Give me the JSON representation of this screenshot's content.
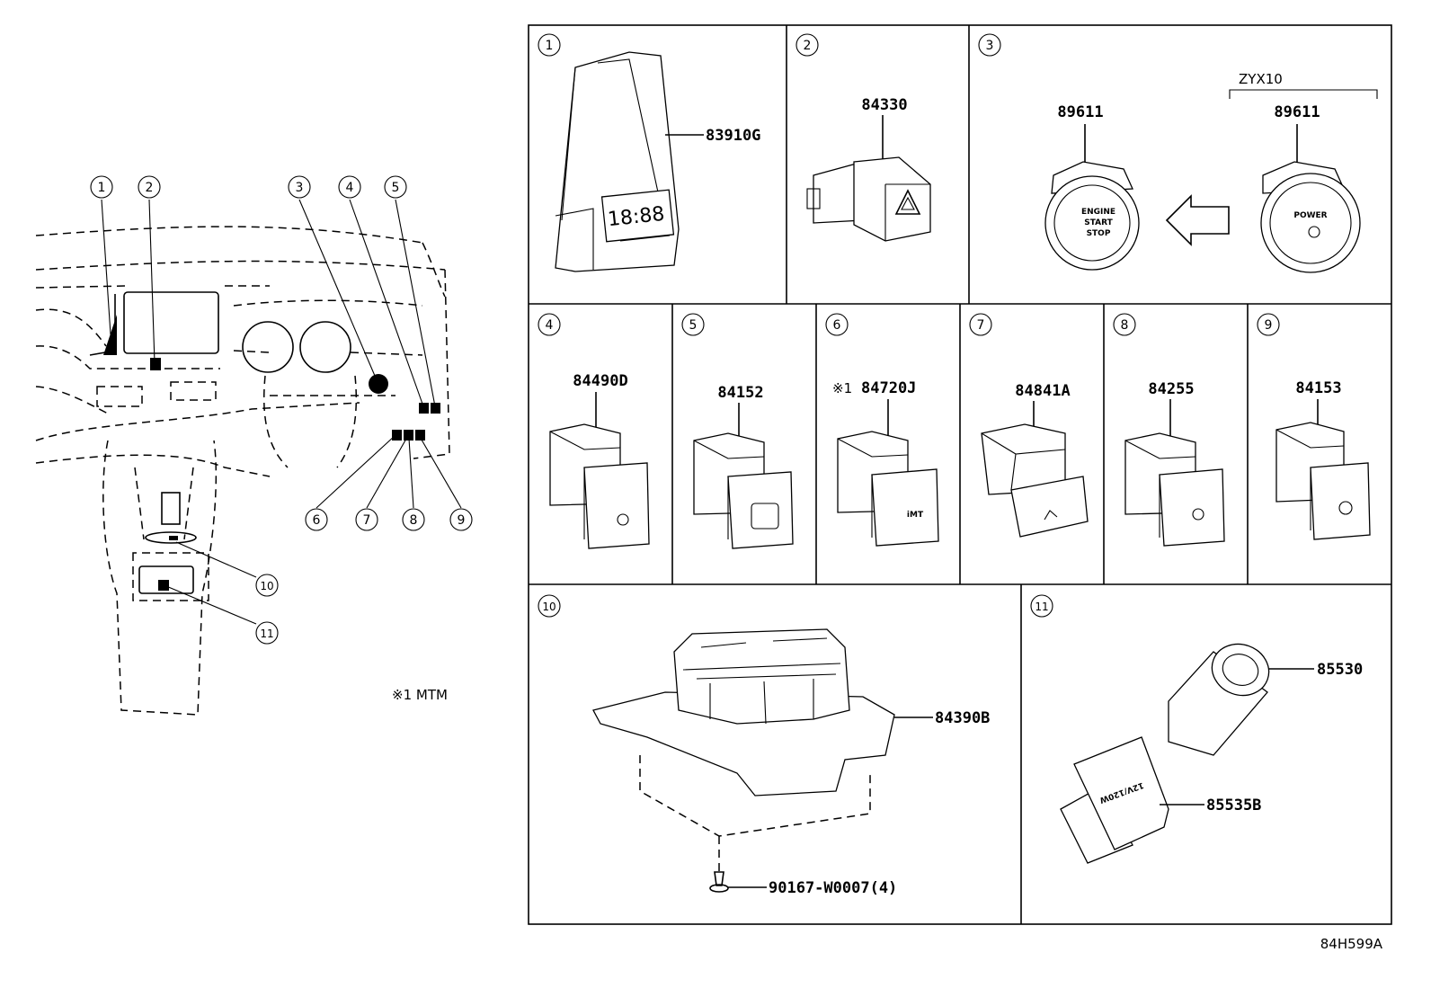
{
  "locator": {
    "callouts": [
      "1",
      "2",
      "3",
      "4",
      "5",
      "6",
      "7",
      "8",
      "9",
      "10",
      "11"
    ],
    "note": "※1 MTM"
  },
  "panels": {
    "p1": {
      "num": "1",
      "part": "83910G",
      "display": "18:88"
    },
    "p2": {
      "num": "2",
      "part": "84330"
    },
    "p3": {
      "num": "3",
      "part_left": "89611",
      "part_right": "89611",
      "variant": "ZYX10",
      "btn_left": [
        "ENGINE",
        "START",
        "STOP"
      ],
      "btn_right": "POWER"
    },
    "p4": {
      "num": "4",
      "part": "84490D"
    },
    "p5": {
      "num": "5",
      "part": "84152"
    },
    "p6": {
      "num": "6",
      "prefix": "※1",
      "part": "84720J",
      "face": "iMT"
    },
    "p7": {
      "num": "7",
      "part": "84841A"
    },
    "p8": {
      "num": "8",
      "part": "84255"
    },
    "p9": {
      "num": "9",
      "part": "84153"
    },
    "p10": {
      "num": "10",
      "part_main": "84390B",
      "part_screw": "90167-W0007(4)"
    },
    "p11": {
      "num": "11",
      "part_socket": "85530",
      "part_cover": "85535B",
      "cover_text": "12V/120W"
    }
  },
  "diagram_code": "84H599A"
}
